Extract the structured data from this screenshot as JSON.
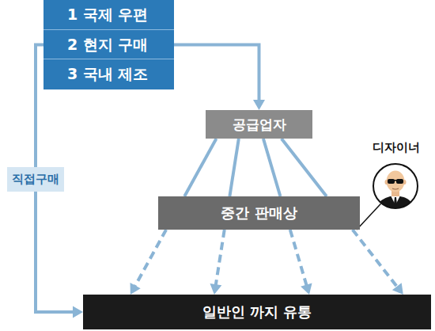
{
  "diagram": {
    "nodes": [
      {
        "text": [
          "1 국제 우편",
          "2 현지 구매",
          "3 국내 제조"
        ]
      },
      {
        "text": [
          "공급업자"
        ]
      },
      {
        "text": [
          "디자이너"
        ]
      },
      {
        "text": [
          "중간 판매상"
        ]
      },
      {
        "text": [
          "일반인 까지 유통"
        ]
      }
    ],
    "edges": [
      {
        "from": 0,
        "to": 1,
        "arrow": "to"
      },
      {
        "from": 0,
        "to": 4,
        "label": "직접구매",
        "arrow": "to"
      },
      {
        "from": 1,
        "to": 3,
        "arrow": "none"
      },
      {
        "from": 1,
        "to": 3,
        "arrow": "none"
      },
      {
        "from": 1,
        "to": 3,
        "arrow": "none"
      },
      {
        "from": 1,
        "to": 3,
        "arrow": "none"
      },
      {
        "from": 3,
        "to": 4,
        "arrow": "to"
      },
      {
        "from": 3,
        "to": 4,
        "arrow": "to"
      },
      {
        "from": 3,
        "to": 4,
        "arrow": "to"
      },
      {
        "from": 3,
        "to": 4,
        "arrow": "to"
      },
      {
        "from": 2,
        "to": 3,
        "arrow": "none"
      }
    ]
  }
}
